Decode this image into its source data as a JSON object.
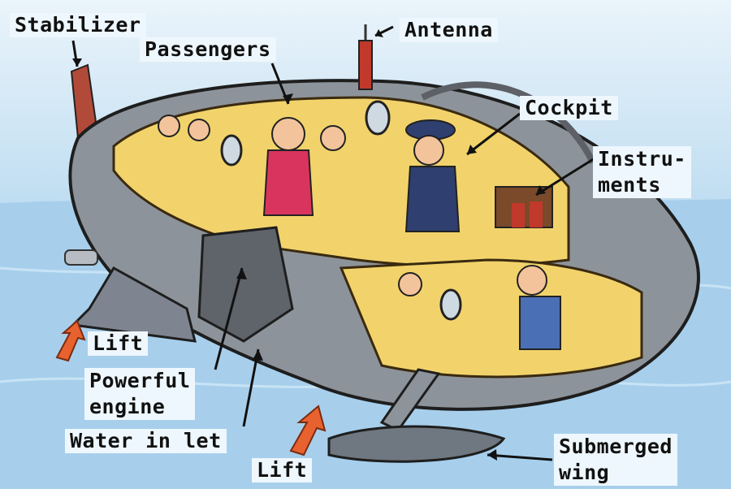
{
  "labels": {
    "stabilizer": "Stabilizer",
    "passengers": "Passengers",
    "antenna": "Antenna",
    "cockpit": "Cockpit",
    "instruments": "Instru-\nments",
    "lift_left": "Lift",
    "powerful_engine": "Powerful\nengine",
    "water_inlet": "Water in let",
    "lift_bottom": "Lift",
    "submerged_wing": "Submerged\nwing"
  },
  "colors": {
    "water": "#a9d1ee",
    "hull": "#8d939a",
    "cabin": "#f2d36b",
    "lift_arrow": "#e8622f",
    "label_bg": "#eef7fd"
  }
}
